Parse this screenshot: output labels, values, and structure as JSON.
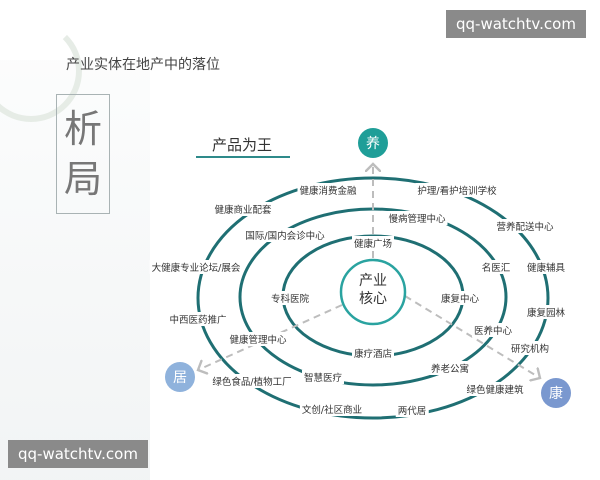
{
  "header": {
    "title": "产业实体在地产中的落位",
    "calligraphy": [
      "析",
      "局"
    ],
    "subtitle": "产品为王"
  },
  "core": {
    "line1": "产业",
    "line2": "核心"
  },
  "nodes": {
    "yang": "养",
    "ju": "居",
    "kang": "康"
  },
  "labels": [
    "健康消费金融",
    "护理/看护培训学校",
    "健康商业配套",
    "营养配送中心",
    "慢病管理中心",
    "国际/国内会诊中心",
    "健康广场",
    "大健康专业论坛/展会",
    "名医汇",
    "健康辅具",
    "专科医院",
    "康复中心",
    "中西医药推广",
    "康复园林",
    "医养中心",
    "健康管理中心",
    "研究机构",
    "康疗酒店",
    "养老公寓",
    "智慧医疗",
    "绿色食品/植物工厂",
    "绿色健康建筑",
    "文创/社区商业",
    "两代居"
  ],
  "watermarks": {
    "top": "qq-watchtv.com",
    "bottom": "qq-watchtv.com"
  },
  "colors": {
    "ring": "#1f6f73",
    "core": "#2aa3a0",
    "yang": "#1f9e98",
    "ju": "#8fb2dc",
    "kang": "#7a98cf",
    "arrow": "#bdbdbd"
  }
}
